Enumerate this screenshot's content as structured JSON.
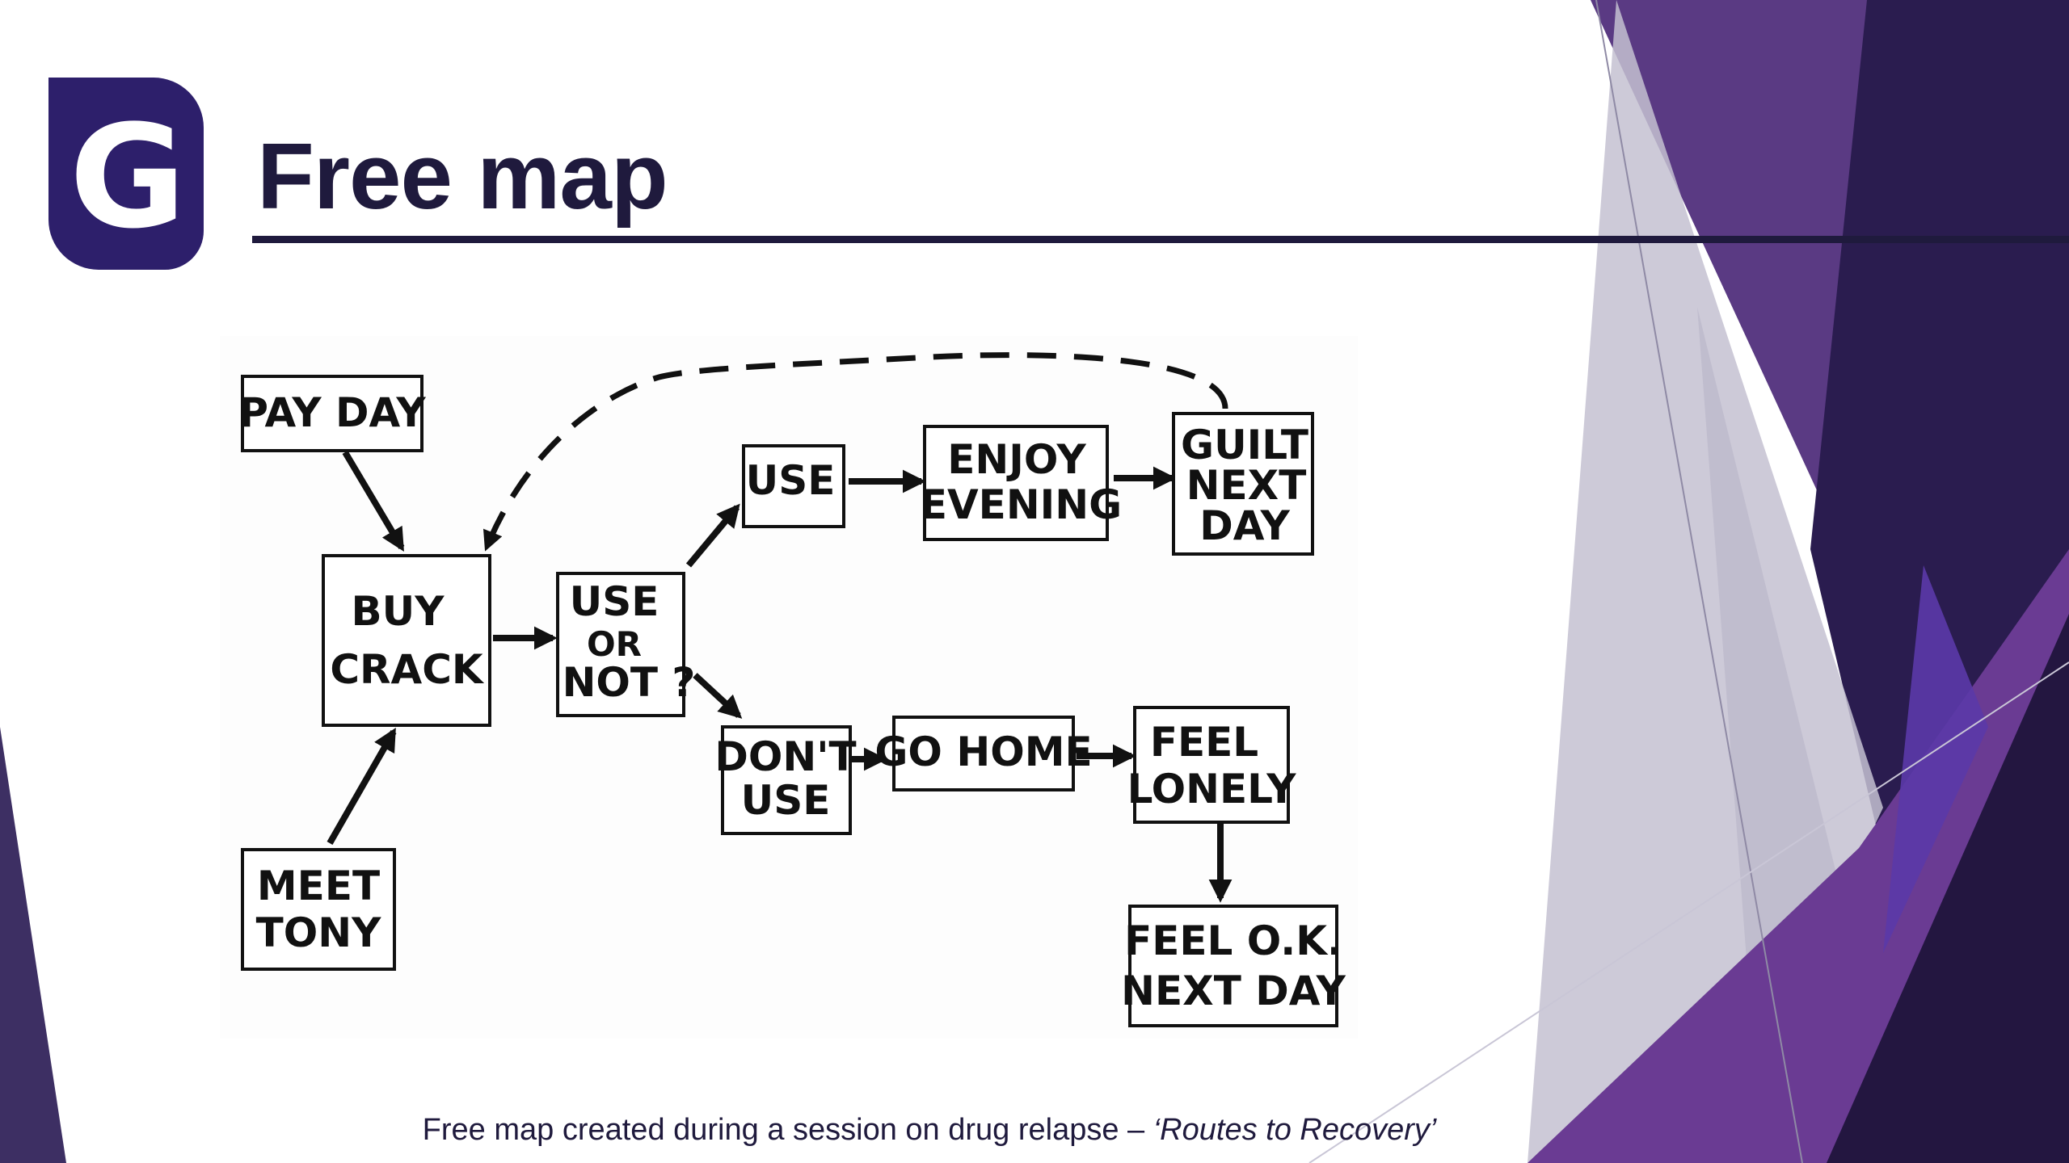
{
  "slide": {
    "title": "Free map",
    "logo_letter": "G",
    "caption_prefix": "Free map created during a session on drug relapse – ",
    "caption_source": "‘Routes to Recovery’"
  },
  "colors": {
    "title": "#1f1a3d",
    "logo": "#2d1f6b",
    "purple_dark": "#2a1c4f",
    "purple_mid": "#5a3a83",
    "purple_bright": "#6a3b93",
    "gray_light": "#b8b5c6"
  },
  "diagram": {
    "nodes": {
      "pay_day": [
        "PAY DAY"
      ],
      "buy_crack": [
        "BUY",
        "CRACK"
      ],
      "meet_tony": [
        "MEET",
        "TONY"
      ],
      "use_or_not": [
        "USE",
        "OR",
        "NOT ?"
      ],
      "use": [
        "USE"
      ],
      "enjoy_evening": [
        "ENJOY",
        "EVENING"
      ],
      "guilt_next_day": [
        "GUILT",
        "NEXT",
        "DAY"
      ],
      "dont_use": [
        "DON'T",
        "USE"
      ],
      "go_home": [
        "GO HOME"
      ],
      "feel_lonely": [
        "FEEL",
        "LONELY"
      ],
      "feel_ok": [
        "FEEL O.K.",
        "NEXT DAY"
      ]
    },
    "edges": [
      {
        "from": "pay_day",
        "to": "buy_crack",
        "style": "solid"
      },
      {
        "from": "meet_tony",
        "to": "buy_crack",
        "style": "solid"
      },
      {
        "from": "buy_crack",
        "to": "use_or_not",
        "style": "solid"
      },
      {
        "from": "use_or_not",
        "to": "use",
        "style": "solid"
      },
      {
        "from": "use_or_not",
        "to": "dont_use",
        "style": "solid"
      },
      {
        "from": "use",
        "to": "enjoy_evening",
        "style": "solid"
      },
      {
        "from": "enjoy_evening",
        "to": "guilt_next_day",
        "style": "solid"
      },
      {
        "from": "guilt_next_day",
        "to": "buy_crack",
        "style": "dashed"
      },
      {
        "from": "dont_use",
        "to": "go_home",
        "style": "solid"
      },
      {
        "from": "go_home",
        "to": "feel_lonely",
        "style": "solid"
      },
      {
        "from": "feel_lonely",
        "to": "feel_ok",
        "style": "solid"
      }
    ]
  }
}
